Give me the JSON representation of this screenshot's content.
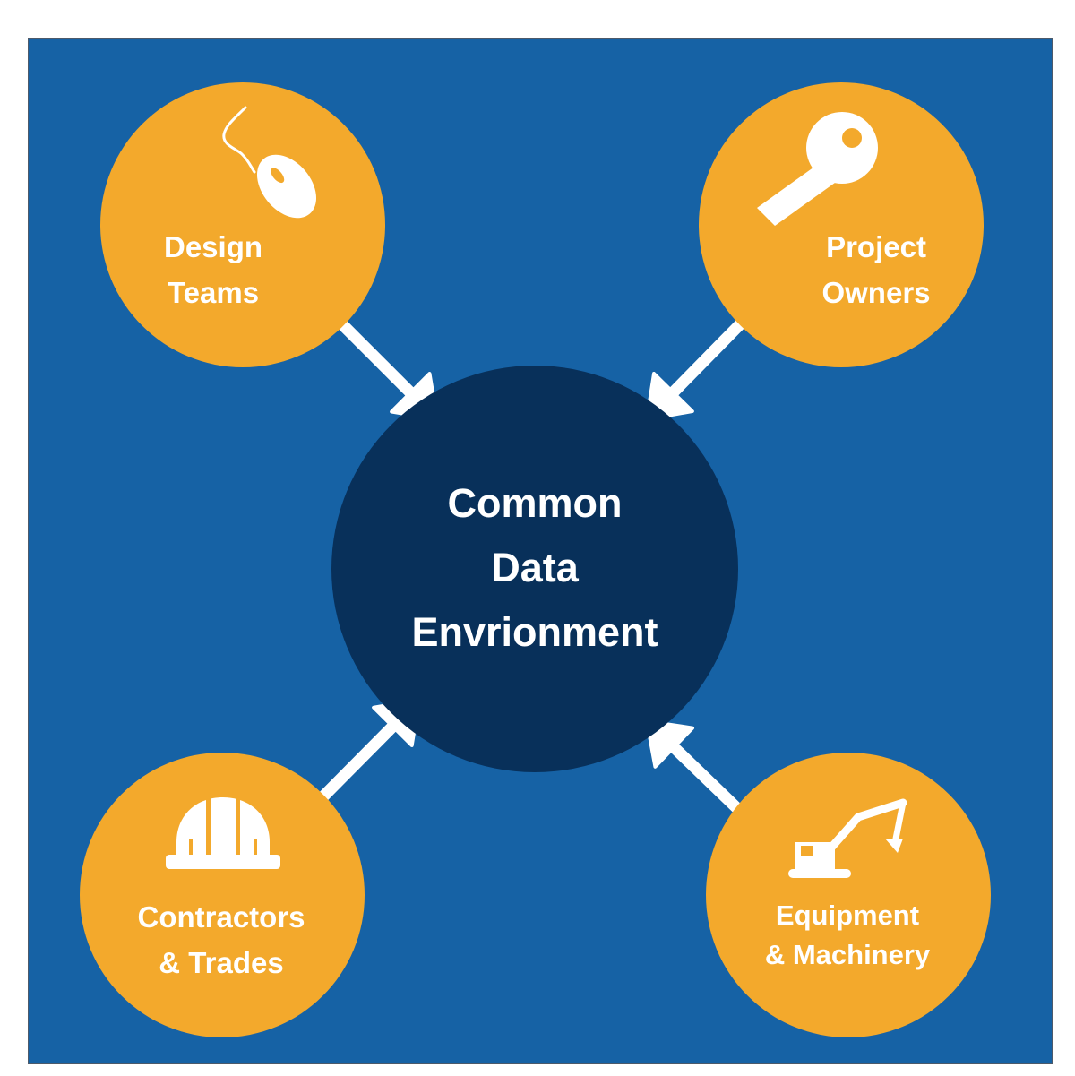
{
  "colors": {
    "background": "#1662a5",
    "satellite": "#f3a92c",
    "center": "#08305a",
    "text": "#ffffff",
    "arrow": "#ffffff"
  },
  "center": {
    "label": "Common\nData\nEnvrionment"
  },
  "nodes": [
    {
      "id": "design-teams",
      "label": "Design\nTeams",
      "icon": "computer-mouse-icon"
    },
    {
      "id": "project-owners",
      "label": "Project\nOwners",
      "icon": "key-icon"
    },
    {
      "id": "contractors-trades",
      "label": "Contractors\n& Trades",
      "icon": "hard-hat-icon"
    },
    {
      "id": "equipment-machinery",
      "label": "Equipment\n& Machinery",
      "icon": "excavator-icon"
    }
  ],
  "edges": [
    {
      "from": "design-teams",
      "to": "center"
    },
    {
      "from": "project-owners",
      "to": "center"
    },
    {
      "from": "contractors-trades",
      "to": "center"
    },
    {
      "from": "equipment-machinery",
      "to": "center"
    }
  ]
}
